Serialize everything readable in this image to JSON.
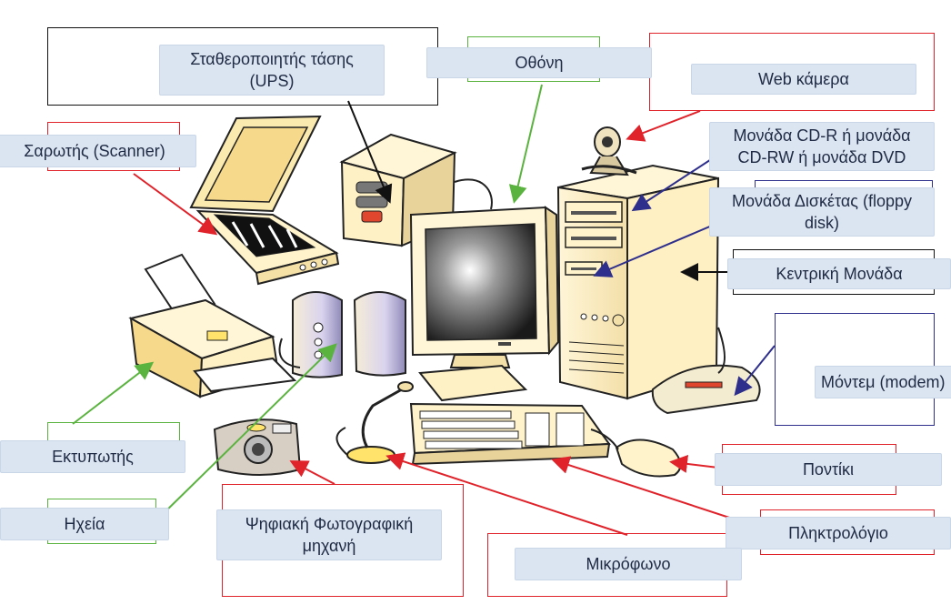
{
  "diagram": {
    "labels": {
      "ups": "Σταθεροποιητής τάσης\n(UPS)",
      "monitor": "Οθόνη",
      "webcam": "Web κάμερα",
      "scanner": "Σαρωτής (Scanner)",
      "cd_drive": "Μονάδα CD-R ή μονάδα\nCD-RW ή μονάδα DVD",
      "floppy": "Μονάδα Δισκέτας (floppy\ndisk)",
      "central_unit": "Κεντρική Μονάδα",
      "modem": "Μόντεμ (modem)",
      "printer": "Εκτυπωτής",
      "mouse": "Ποντίκι",
      "speakers": "Ηχεία",
      "camera": "Ψηφιακή Φωτογραφική\nμηχανή",
      "keyboard": "Πληκτρολόγιο",
      "microphone": "Μικρόφωνο"
    },
    "colors": {
      "label_bg": "#dbe5f1",
      "red": "#e0222a",
      "green": "#5bb33f",
      "navy": "#2e2f8c",
      "black": "#111111"
    }
  }
}
